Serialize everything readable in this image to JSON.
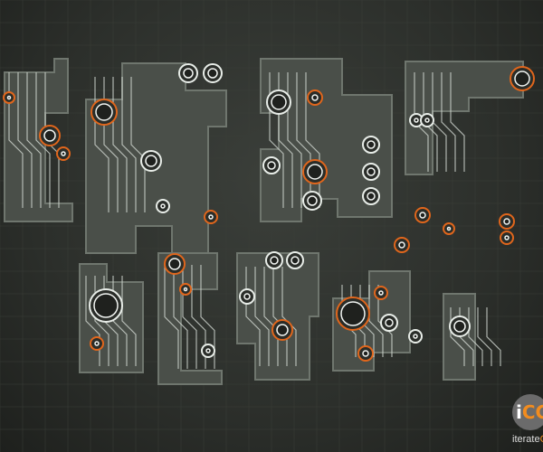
{
  "logo": {
    "mark_i": "i",
    "mark_rest": "CG",
    "name_a": "iterate",
    "name_b": "CG"
  },
  "colors": {
    "background": "#2c2f2b",
    "panel": "#4a4f49",
    "trace": "#cfd6cf",
    "accent": "#e0661c",
    "logo_bg": "#6b6b6b",
    "logo_orange": "#f28c1e"
  }
}
